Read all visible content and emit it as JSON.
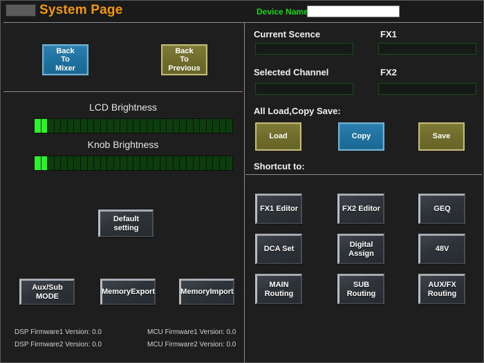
{
  "header": {
    "corner_button": "",
    "title": "System Page",
    "device_name_label": "Device Name:",
    "device_name_value": "",
    "device_name_placeholder": ""
  },
  "colors": {
    "background": "#1e1e1e",
    "title_accent": "#f2980c",
    "device_label": "#14d714",
    "led_on": "#2bf32b",
    "led_off": "#0c3d0c",
    "blue_button": "#1e719f",
    "olive_button": "#6f6b2c",
    "gray_button": "#2e3338",
    "divider": "#8e8e8e"
  },
  "left_panel": {
    "nav_buttons": [
      {
        "label": "Back\nTo\nMixer",
        "style": "blue"
      },
      {
        "label": "Back\nTo\nPrevious",
        "style": "olive"
      }
    ],
    "brightness": [
      {
        "label": "LCD Brightness",
        "segments": 30,
        "lit": 2
      },
      {
        "label": "Knob Brightness",
        "segments": 30,
        "lit": 2
      }
    ],
    "default_setting_button": "Default setting",
    "memory_buttons": [
      "Aux/Sub MODE",
      "MemoryExport",
      "MemoryImport"
    ],
    "firmware": [
      "DSP Firmware1 Version: 0.0",
      "DSP Firmware2 Version: 0.0",
      "MCU Firmware1 Version: 0.0",
      "MCU Firmware2 Version: 0.0"
    ]
  },
  "right_panel": {
    "fields": [
      {
        "label": "Current Scence",
        "value": ""
      },
      {
        "label": "FX1",
        "value": ""
      },
      {
        "label": "Selected Channel",
        "value": ""
      },
      {
        "label": "FX2",
        "value": ""
      }
    ],
    "all_section_title": "All Load,Copy Save:",
    "all_buttons": [
      {
        "label": "Load",
        "style": "olive"
      },
      {
        "label": "Copy",
        "style": "blue"
      },
      {
        "label": "Save",
        "style": "olive"
      }
    ],
    "shortcut_section_title": "Shortcut to:",
    "shortcut_buttons": [
      "FX1 Editor",
      "FX2 Editor",
      "GEQ",
      "DCA Set",
      "Digital Assign",
      "48V",
      "MAIN\nRouting",
      "SUB\nRouting",
      "AUX/FX\nRouting"
    ]
  }
}
